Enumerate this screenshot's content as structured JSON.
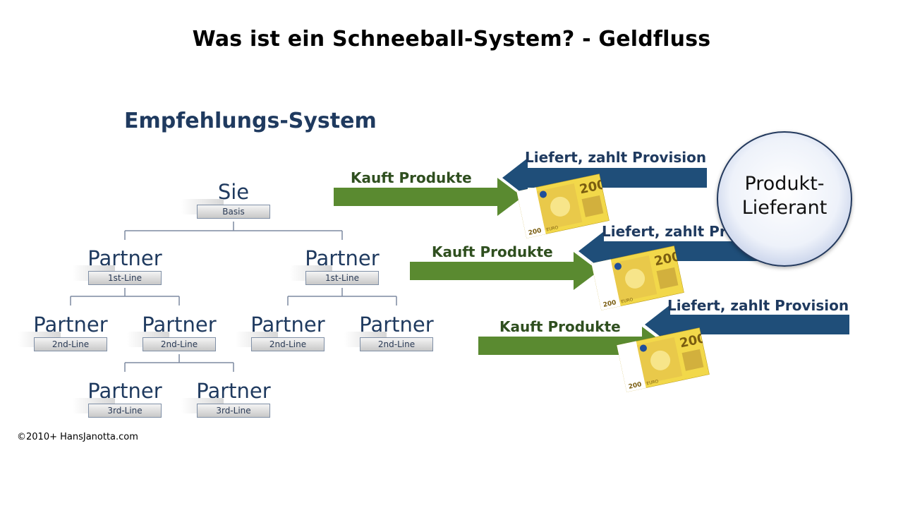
{
  "title": "Was ist ein Schneeball-System? - Geldfluss",
  "subtitle": "Empfehlungs-System",
  "copyright": "©2010+ HansJanotta.com",
  "tree": {
    "root": {
      "name": "Sie",
      "tag": "Basis"
    },
    "level1": [
      {
        "name": "Partner",
        "tag": "1st-Line"
      },
      {
        "name": "Partner",
        "tag": "1st-Line"
      }
    ],
    "level2": [
      {
        "name": "Partner",
        "tag": "2nd-Line"
      },
      {
        "name": "Partner",
        "tag": "2nd-Line"
      },
      {
        "name": "Partner",
        "tag": "2nd-Line"
      },
      {
        "name": "Partner",
        "tag": "2nd-Line"
      }
    ],
    "level3": [
      {
        "name": "Partner",
        "tag": "3rd-Line"
      },
      {
        "name": "Partner",
        "tag": "3rd-Line"
      }
    ]
  },
  "flows": [
    {
      "buy": "Kauft Produkte",
      "pay": "Liefert, zahlt Provision"
    },
    {
      "buy": "Kauft Produkte",
      "pay": "Liefert, zahlt Provision"
    },
    {
      "buy": "Kauft Produkte",
      "pay": "Liefert, zahlt Provision"
    }
  ],
  "supplier": {
    "line1": "Produkt-",
    "line2": "Lieferant"
  },
  "banknote": {
    "value": "200",
    "currency_label": "EURO"
  },
  "colors": {
    "green_arrow": "#5a8a30",
    "blue_arrow": "#1f4e79",
    "navy_text": "#1f3a5f",
    "note_yellow": "#f2d84a"
  }
}
